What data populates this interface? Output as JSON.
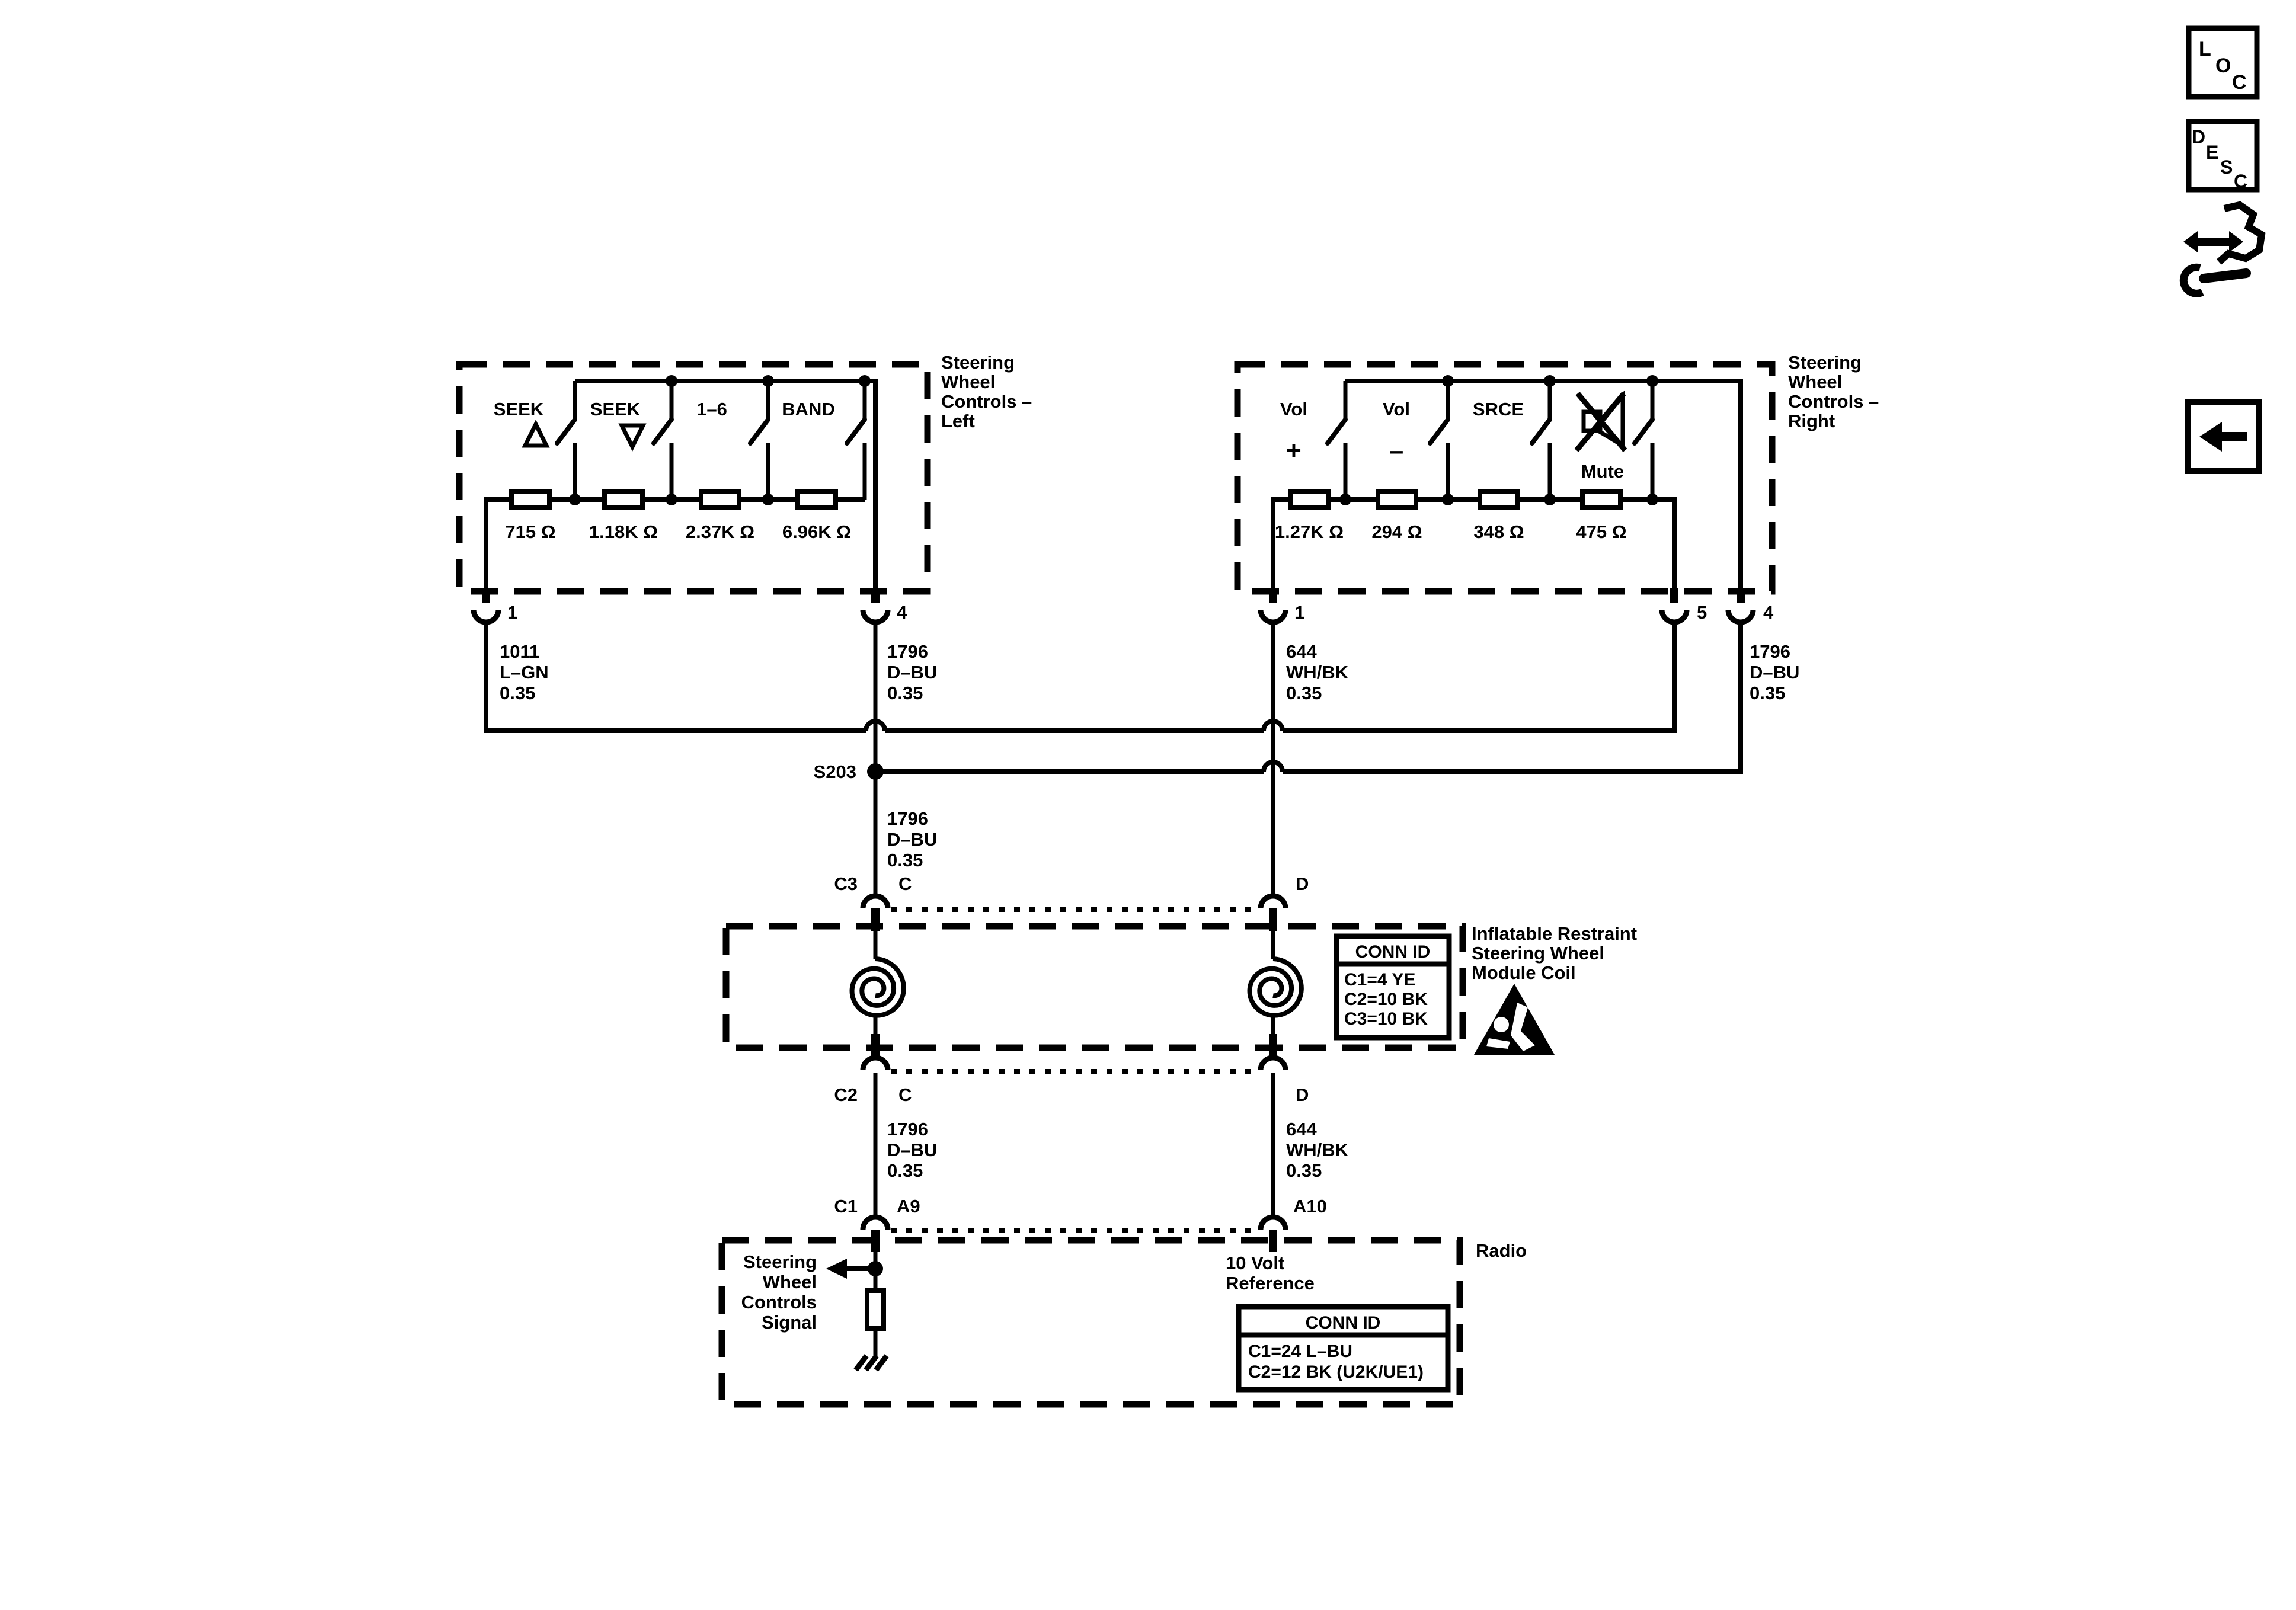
{
  "diagram": {
    "background": "#ffffff",
    "ink": "#000000"
  },
  "left_box": {
    "title_lines": [
      "Steering",
      "Wheel",
      "Controls –",
      "Left"
    ],
    "switches": [
      {
        "label": "SEEK",
        "icon": "up-triangle",
        "resistor": "715 Ω"
      },
      {
        "label": "SEEK",
        "icon": "down-triangle",
        "resistor": "1.18K Ω"
      },
      {
        "label": "1–6",
        "icon": "",
        "resistor": "2.37K Ω"
      },
      {
        "label": "BAND",
        "icon": "",
        "resistor": "6.96K Ω"
      }
    ],
    "pin_1": "1",
    "pin_4": "4",
    "wire_1011": [
      "1011",
      "L–GN",
      "0.35"
    ],
    "wire_1796": [
      "1796",
      "D–BU",
      "0.35"
    ]
  },
  "right_box": {
    "title_lines": [
      "Steering",
      "Wheel",
      "Controls –",
      "Right"
    ],
    "switches": [
      {
        "label": "Vol",
        "sub": "+",
        "resistor": "1.27K Ω"
      },
      {
        "label": "Vol",
        "sub": "–",
        "resistor": "294 Ω"
      },
      {
        "label": "SRCE",
        "sub": "",
        "resistor": "348 Ω"
      },
      {
        "label": "Mute",
        "sub": "",
        "resistor": "475 Ω"
      }
    ],
    "pin_1": "1",
    "pin_5": "5",
    "pin_4": "4",
    "wire_644": [
      "644",
      "WH/BK",
      "0.35"
    ],
    "wire_1796": [
      "1796",
      "D–BU",
      "0.35"
    ]
  },
  "splice": {
    "id": "S203",
    "wire": [
      "1796",
      "D–BU",
      "0.35"
    ]
  },
  "coil": {
    "top_connector": {
      "conn": "C3",
      "left_pin": "C",
      "right_pin": "D"
    },
    "bottom_connector": {
      "conn": "C2",
      "left_pin": "C",
      "right_pin": "D"
    },
    "conn_id": {
      "title": "CONN ID",
      "rows": [
        "C1=4 YE",
        "C2=10 BK",
        "C3=10 BK"
      ]
    },
    "name_lines": [
      "Inflatable Restraint",
      "Steering Wheel",
      "Module Coil"
    ]
  },
  "harness": {
    "left_wire": [
      "1796",
      "D–BU",
      "0.35"
    ],
    "right_wire": [
      "644",
      "WH/BK",
      "0.35"
    ]
  },
  "radio": {
    "name": "Radio",
    "conn": "C1",
    "left_pin": "A9",
    "right_pin": "A10",
    "signal_lines": [
      "Steering",
      "Wheel",
      "Controls",
      "Signal"
    ],
    "reference_lines": [
      "10 Volt",
      "Reference"
    ],
    "conn_id": {
      "title": "CONN ID",
      "rows": [
        "C1=24 L–BU",
        "C2=12 BK (U2K/UE1)"
      ]
    }
  },
  "sidebar": {
    "loc_letters": [
      "L",
      "O",
      "C"
    ],
    "desc_letters": [
      "D",
      "E",
      "S",
      "C"
    ]
  }
}
